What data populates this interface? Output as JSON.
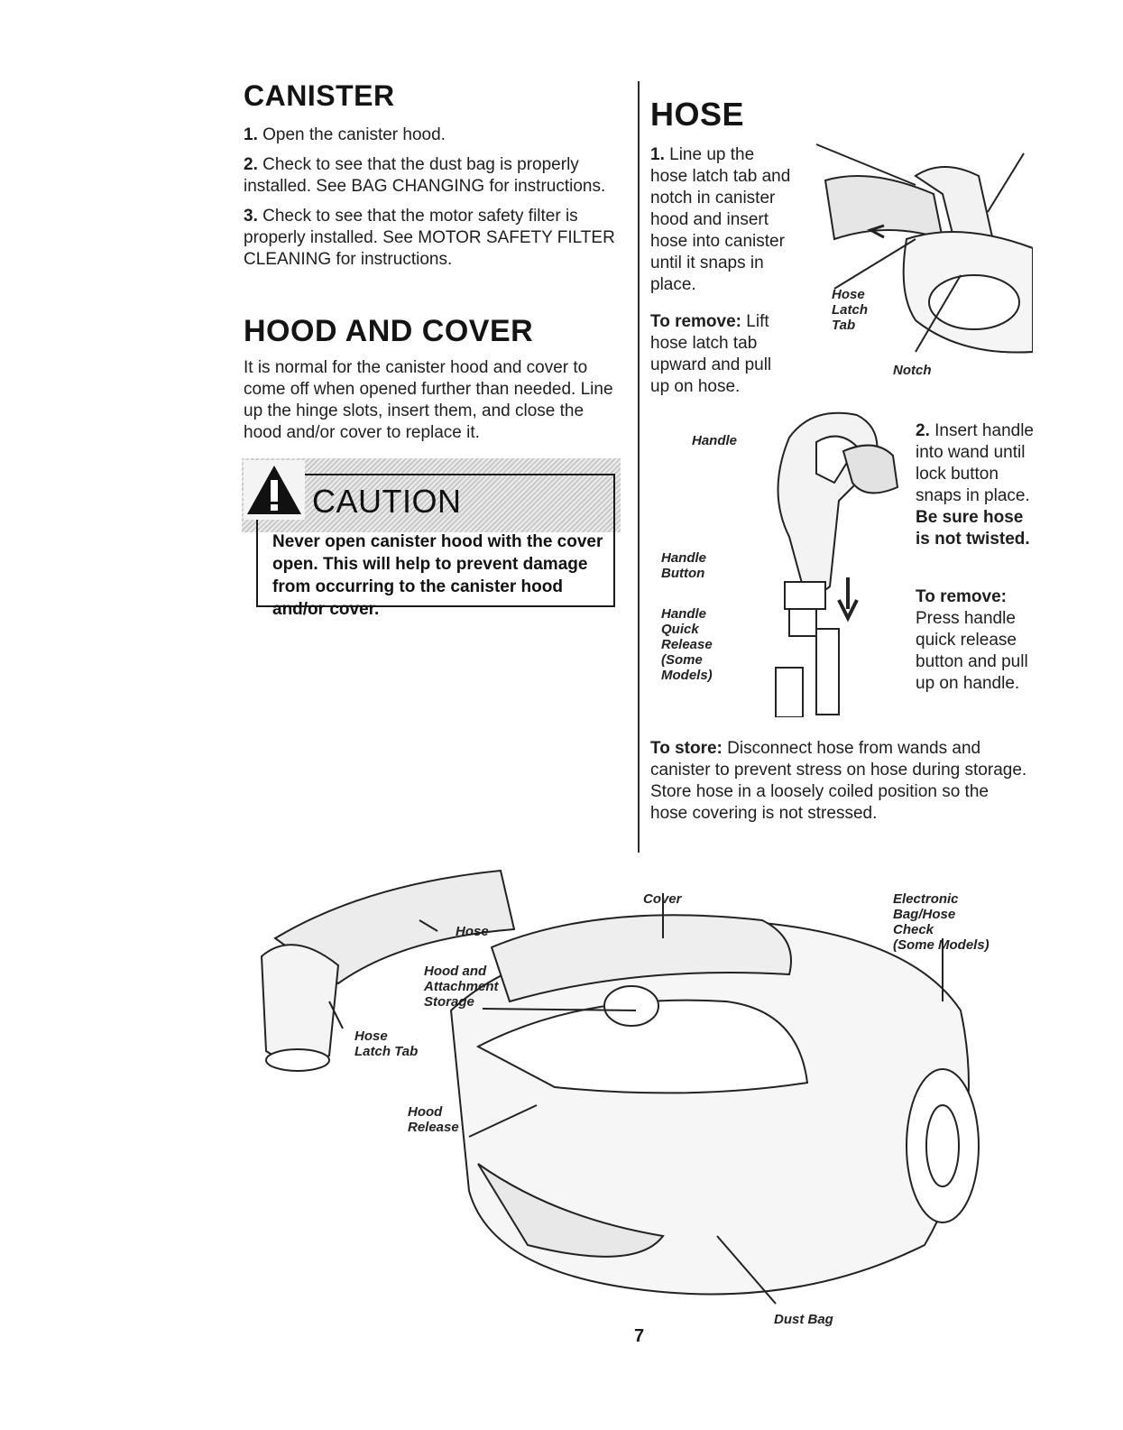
{
  "canister": {
    "heading": "CANISTER",
    "steps": [
      {
        "num": "1.",
        "text": " Open the canister hood."
      },
      {
        "num": "2.",
        "text": " Check to see that the dust bag is properly installed. See BAG CHANGING for instructions."
      },
      {
        "num": "3.",
        "text": " Check to see that the motor safety filter is properly installed. See MOTOR SAFETY FILTER CLEANING for instructions."
      }
    ]
  },
  "hood_cover": {
    "heading": "HOOD AND COVER",
    "text": "It is normal for the canister hood and cover to come off when opened further than needed. Line up the hinge slots, insert them, and close the hood and/or cover to replace it."
  },
  "caution": {
    "title": "CAUTION",
    "text": "Never open canister hood with the cover open. This will help to prevent damage from occurring to the canister hood and/or cover."
  },
  "hose": {
    "heading": "HOSE",
    "step1_num": "1.",
    "step1_text": " Line up the hose latch tab and notch in canister hood and insert hose into canister until it snaps in place.",
    "remove1_label": "To remove:",
    "remove1_text": " Lift hose latch tab upward and pull up on hose.",
    "step2_num": "2.",
    "step2_text": " Insert handle into wand until lock button snaps in place.",
    "step2_bold": " Be sure hose is not twisted.",
    "remove2_label": "To remove:",
    "remove2_text": " Press handle quick release button and pull up on handle.",
    "store_label": "To store:",
    "store_text": " Disconnect hose from wands and canister to prevent stress on hose during storage. Store hose in a loosely coiled position so the hose covering is not stressed."
  },
  "callouts": {
    "hose_latch_tab_top": [
      "Hose",
      "Latch",
      "Tab"
    ],
    "notch": "Notch",
    "handle": "Handle",
    "handle_button": [
      "Handle",
      "Button"
    ],
    "handle_quick_release": [
      "Handle",
      "Quick",
      "Release",
      "(Some",
      "Models)"
    ],
    "cover": "Cover",
    "electronic_check": [
      "Electronic",
      "Bag/Hose",
      "Check",
      "(Some Models)"
    ],
    "hose": "Hose",
    "hood_storage": [
      "Hood and",
      "Attachment",
      "Storage"
    ],
    "hose_latch_tab_bottom": [
      "Hose",
      "Latch Tab"
    ],
    "hood_release": [
      "Hood",
      "Release"
    ],
    "dust_bag": "Dust Bag"
  },
  "page_number": "7"
}
